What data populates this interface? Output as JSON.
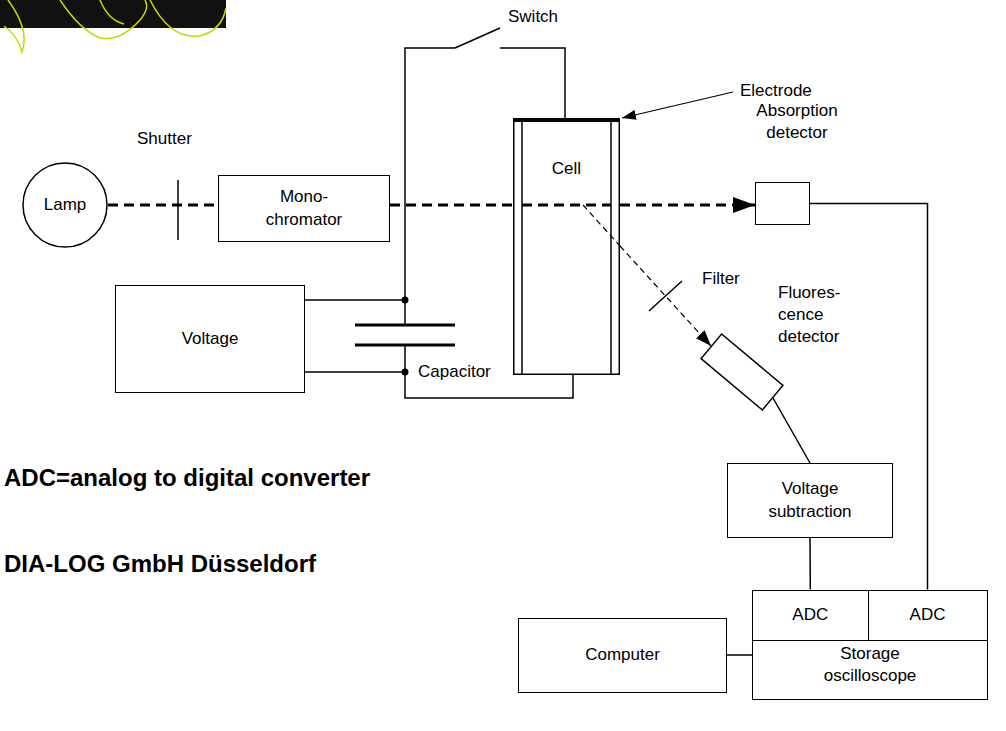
{
  "diagram": {
    "nodes": [
      {
        "text": [
          "Lamp"
        ]
      },
      {
        "text": [
          "Mono- chromator"
        ]
      },
      {
        "text": [
          "Cell"
        ]
      },
      {
        "text": [
          "Absorption detector"
        ]
      },
      {
        "text": [
          "Voltage"
        ]
      },
      {
        "text": [
          "Fluores- cence detector"
        ]
      },
      {
        "text": [
          "Voltage subtraction"
        ]
      },
      {
        "text": [
          "Storage oscilloscope"
        ]
      },
      {
        "text": [
          "ADC"
        ],
        "in": 7
      },
      {
        "text": [
          "ADC"
        ],
        "in": 7
      },
      {
        "text": [
          "Computer"
        ]
      }
    ],
    "edges": [
      {
        "from": 0,
        "to": 1,
        "arrow": "none"
      },
      {
        "from": 1,
        "to": 2,
        "arrow": "none"
      },
      {
        "from": 2,
        "to": 3,
        "arrow": "to"
      },
      {
        "from": 2,
        "to": 5,
        "arrow": "to"
      },
      {
        "from": 5,
        "to": 6,
        "arrow": "none"
      },
      {
        "from": 6,
        "to": 8,
        "arrow": "none"
      },
      {
        "from": 3,
        "to": 9,
        "arrow": "none"
      },
      {
        "from": 10,
        "to": 7,
        "arrow": "none"
      }
    ],
    "labels": [
      "Switch",
      "Shutter",
      "Electrode",
      "Filter",
      "Capacitor",
      "ADC=analog to digital converter",
      "DIA-LOG GmbH Düsseldorf"
    ]
  }
}
